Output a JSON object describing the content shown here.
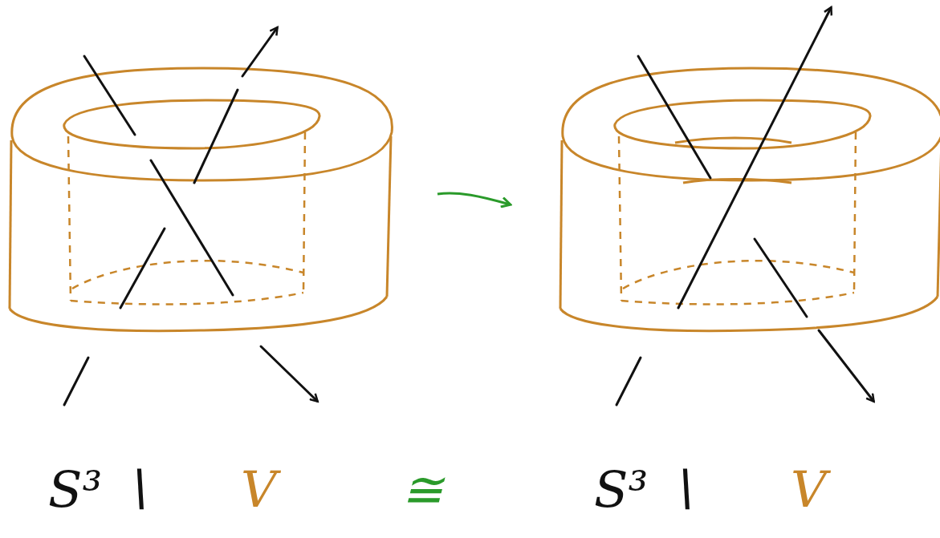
{
  "diagram": {
    "labels": [
      "S³ ∖",
      "V",
      "≅",
      "S³ ∖",
      "V"
    ]
  }
}
